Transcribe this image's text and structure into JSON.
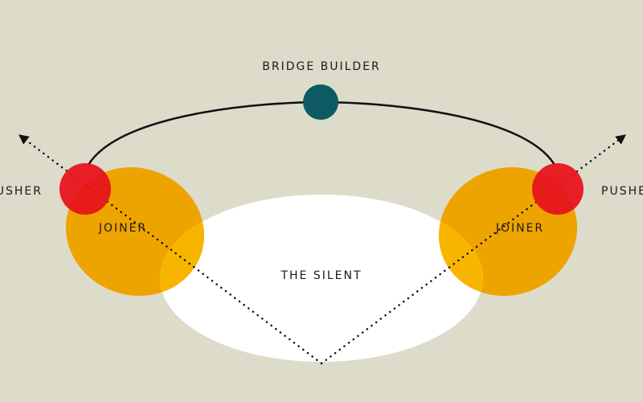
{
  "diagram": {
    "labels": {
      "top": "BRIDGE BUILDER",
      "left_outer": "PUSHER",
      "right_outer": "PUSHER",
      "left_group": "JOINER",
      "right_group": "JOINER",
      "center": "THE SILENT"
    },
    "colors": {
      "background": "#dddccb",
      "joiner": "#eda400",
      "joiner_overlap": "#f8b500",
      "pusher": "#e8141c",
      "bridge_builder": "#0d5a63",
      "silent": "#ffffff",
      "line": "#111111"
    }
  }
}
